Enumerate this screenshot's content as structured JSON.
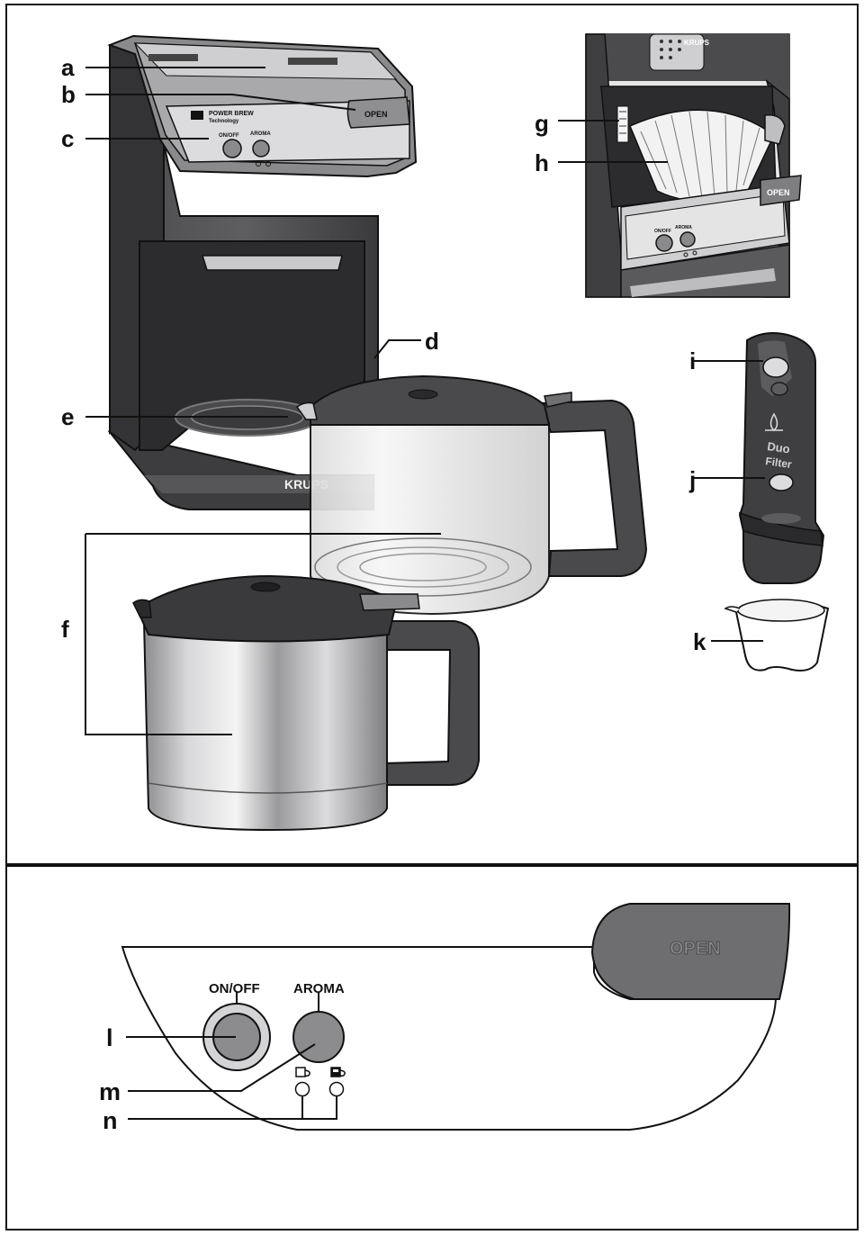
{
  "labels": {
    "a": "a",
    "b": "b",
    "c": "c",
    "d": "d",
    "e": "e",
    "f": "f",
    "g": "g",
    "h": "h",
    "i": "i",
    "j": "j",
    "k": "k",
    "l": "l",
    "m": "m",
    "n": "n"
  },
  "machine": {
    "brand": "KRUPS",
    "badge_line1": "POWER BREW",
    "badge_line2": "Technology",
    "open_label": "OPEN",
    "onoff_label": "ON/OFF",
    "aroma_label": "AROMA"
  },
  "inset": {
    "open_label": "OPEN",
    "onoff_label": "ON/OFF",
    "aroma_label": "AROMA",
    "top_text": "KRUPS"
  },
  "cartridge": {
    "text_line1": "Duo",
    "text_line2": "Filter"
  },
  "panel": {
    "open_label": "OPEN",
    "onoff_label": "ON/OFF",
    "aroma_label": "AROMA"
  },
  "colors": {
    "dark": "#3c3c3e",
    "mid": "#6a6a6c",
    "light": "#cfcfd1",
    "steel": "#b9b9bb",
    "glass": "#eeeeef"
  }
}
